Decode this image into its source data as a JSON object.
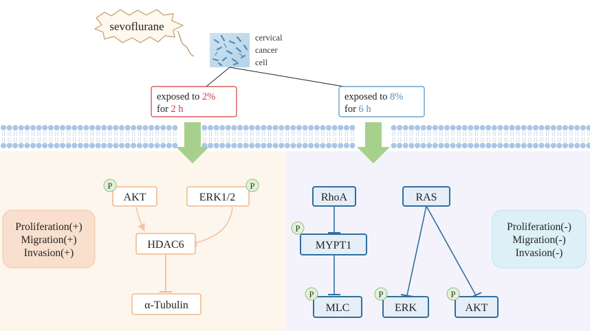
{
  "stimulus": {
    "label": "sevoflurane"
  },
  "cell": {
    "label_lines": [
      "cervical",
      "cancer",
      "cell"
    ]
  },
  "low_dose": {
    "line1_prefix": "exposed to ",
    "dose": "2%",
    "line2_prefix": "for ",
    "duration": "2 h"
  },
  "high_dose": {
    "line1_prefix": "exposed to ",
    "dose": "8%",
    "line2_prefix": "for ",
    "duration": "6 h"
  },
  "left_pathway": {
    "nodes": {
      "akt": "AKT",
      "erk12": "ERK1/2",
      "hdac6": "HDAC6",
      "tubulin": "α-Tubulin"
    },
    "phospho_label": "P",
    "outcomes": [
      "Proliferation(+)",
      "Migration(+)",
      "Invasion(+)"
    ]
  },
  "right_pathway": {
    "nodes": {
      "rhoa": "RhoA",
      "ras": "RAS",
      "mypt1": "MYPT1",
      "mlc": "MLC",
      "erk": "ERK",
      "akt": "AKT"
    },
    "phospho_label": "P",
    "outcomes": [
      "Proliferation(-)",
      "Migration(-)",
      "Invasion(-)"
    ]
  },
  "colors": {
    "left_panel_bg": "#fdf6ec",
    "right_panel_bg": "#f4f3fb",
    "left_node_border": "#f0b98e",
    "right_node_border": "#2f6f9d",
    "right_node_fill": "#e6eef8",
    "low_dose_accent": "#d23a3a",
    "high_dose_accent": "#4f8fc0",
    "arrow_green": "#a8d08d",
    "phospho_fill": "#e3f1d9",
    "phospho_border": "#8fc07a",
    "outcome_left_fill": "#f9dfcd",
    "outcome_right_fill": "#ddf0f8",
    "membrane_head": "#a9c6e6"
  }
}
